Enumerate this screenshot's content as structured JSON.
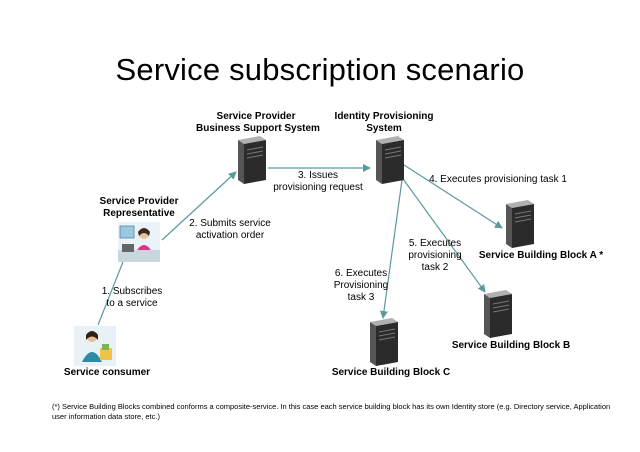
{
  "title": "Service subscription scenario",
  "nodes": {
    "bss": [
      "Service Provider",
      "Business Support System"
    ],
    "ips": [
      "Identity Provisioning",
      "System"
    ],
    "rep": [
      "Service Provider",
      "Representative"
    ],
    "consumer": "Service consumer",
    "block_a": "Service Building Block A *",
    "block_b": "Service Building Block B",
    "block_c": "Service Building Block C"
  },
  "steps": {
    "s1": [
      "1. Subscribes",
      "to a service"
    ],
    "s2": [
      "2. Submits service",
      "activation order"
    ],
    "s3": [
      "3. Issues",
      "provisioning request"
    ],
    "s4": "4. Executes provisioning task 1",
    "s5": [
      "5. Executes",
      "provisioning",
      "task 2"
    ],
    "s6": [
      "6. Executes",
      "Provisioning",
      "task 3"
    ]
  },
  "footnote": [
    "(*) Service Building Blocks combined conforms a composite-service. In this case each service building block has its own Identity store (e.g. Directory service, Application",
    "user information data store, etc.)"
  ],
  "colors": {
    "arrow": "#5a9a9e",
    "server_dark": "#2b2b2b",
    "server_light": "#8a8a8a"
  }
}
